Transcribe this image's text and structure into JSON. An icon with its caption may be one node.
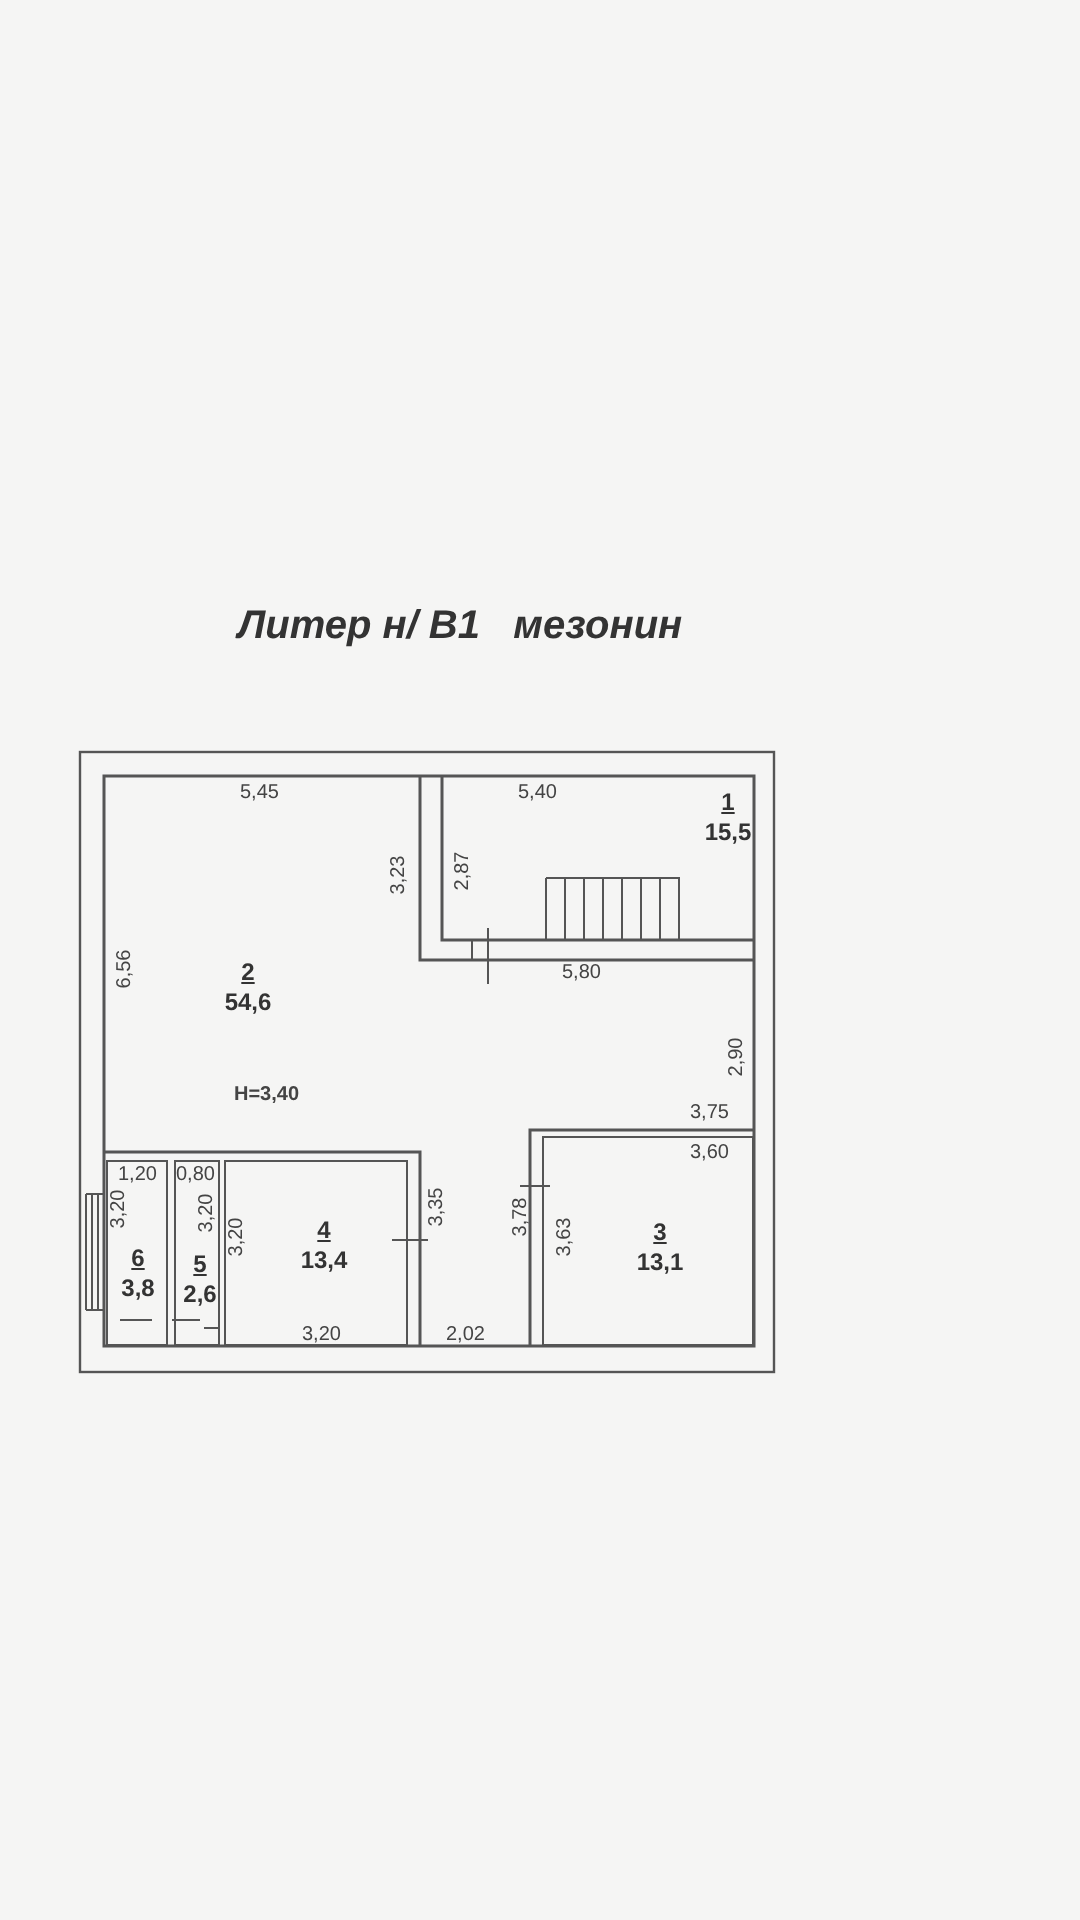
{
  "diagram": {
    "title": "Литер н/ В1   мезонин",
    "nodes": [
      {
        "text": [
          "1",
          "15,5"
        ]
      },
      {
        "text": [
          "2",
          "54,6"
        ]
      },
      {
        "text": [
          "3",
          "13,1"
        ]
      },
      {
        "text": [
          "4",
          "13,4"
        ]
      },
      {
        "text": [
          "5",
          "2,6"
        ]
      },
      {
        "text": [
          "6",
          "3,8"
        ]
      }
    ],
    "labels": [
      "5,45",
      "5,40",
      "3,23",
      "2,87",
      "6,56",
      "5,80",
      "2,90",
      "H=3,40",
      "3,75",
      "1,20",
      "0,80",
      "3,60",
      "3,20",
      "3,20",
      "3,20",
      "3,35",
      "3,78",
      "3,63",
      "3,20",
      "2,02"
    ]
  }
}
